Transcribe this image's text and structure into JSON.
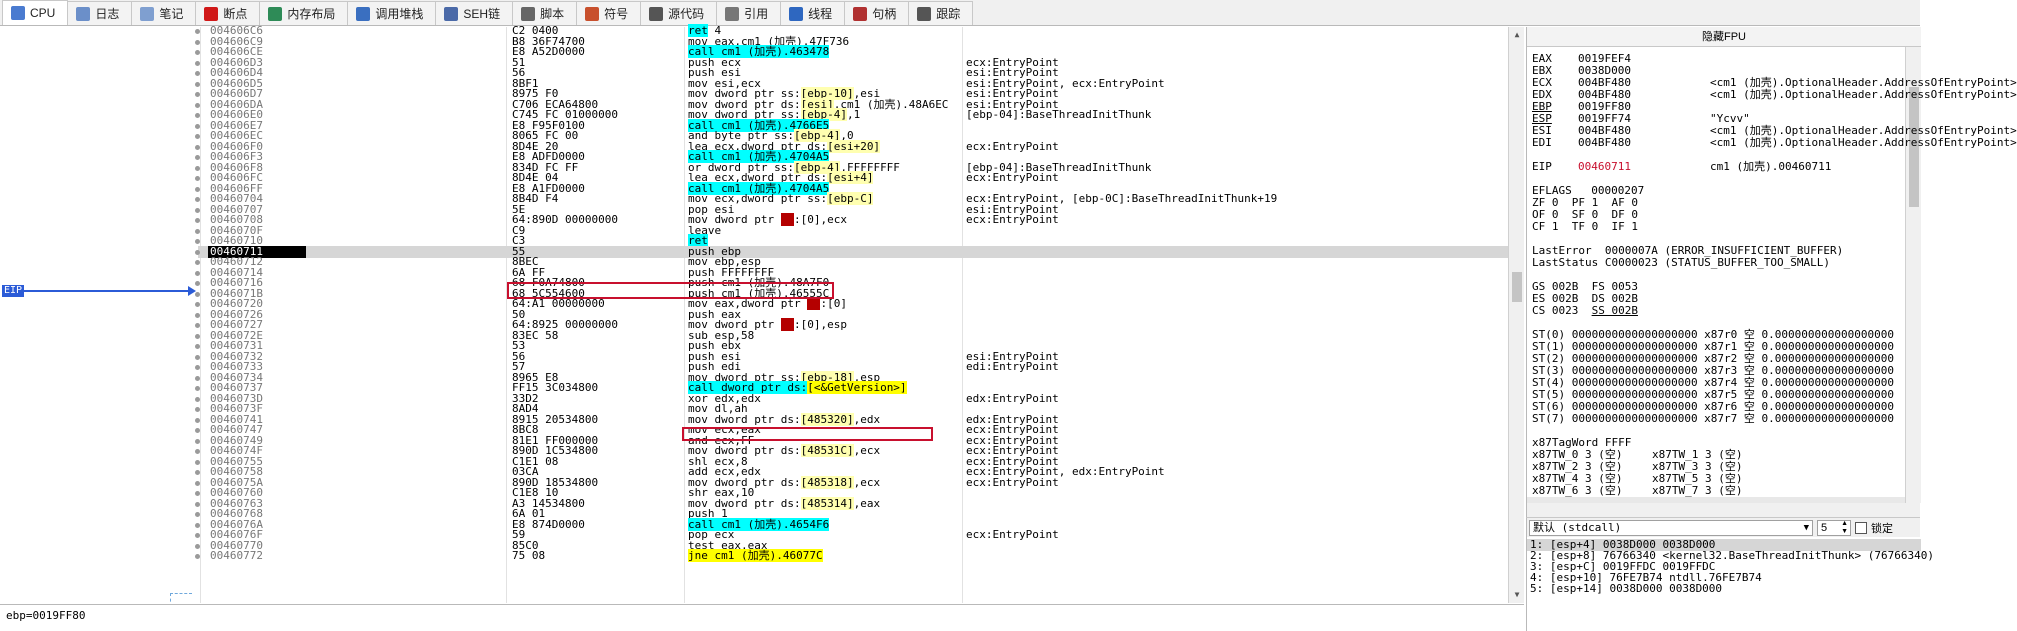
{
  "tabs": [
    {
      "label": "CPU",
      "icon": "cpu-icon",
      "color": "#4a7bd0"
    },
    {
      "label": "日志",
      "icon": "log-icon",
      "color": "#6b8fc9"
    },
    {
      "label": "笔记",
      "icon": "notes-icon",
      "color": "#7f9fd0"
    },
    {
      "label": "断点",
      "icon": "breakpoint-icon",
      "color": "#d01818"
    },
    {
      "label": "内存布局",
      "icon": "memory-map-icon",
      "color": "#2e8b57"
    },
    {
      "label": "调用堆栈",
      "icon": "call-stack-icon",
      "color": "#3a6fc0"
    },
    {
      "label": "SEH链",
      "icon": "seh-chain-icon",
      "color": "#4b6aa8"
    },
    {
      "label": "脚本",
      "icon": "script-icon",
      "color": "#666666"
    },
    {
      "label": "符号",
      "icon": "symbols-icon",
      "color": "#c8502d"
    },
    {
      "label": "源代码",
      "icon": "source-icon",
      "color": "#555555"
    },
    {
      "label": "引用",
      "icon": "references-icon",
      "color": "#777777"
    },
    {
      "label": "线程",
      "icon": "threads-icon",
      "color": "#2e67c0"
    },
    {
      "label": "句柄",
      "icon": "handles-icon",
      "color": "#b03030"
    },
    {
      "label": "跟踪",
      "icon": "trace-icon",
      "color": "#555555"
    }
  ],
  "eip_label": "EIP",
  "disasm": [
    {
      "addr": "004606C6",
      "bytes": "C2 0400",
      "parts": [
        {
          "t": "ret",
          "c": "ret"
        },
        {
          "t": " 4"
        }
      ],
      "cmt": ""
    },
    {
      "addr": "004606C9",
      "bytes": "B8 36F74700",
      "parts": [
        {
          "t": "mov eax,cm1 (加壳).47F736"
        }
      ],
      "cmt": ""
    },
    {
      "addr": "004606CE",
      "bytes": "E8 A52D0000",
      "parts": [
        {
          "t": "call cm1 (加壳).463478",
          "c": "call"
        }
      ],
      "cmt": ""
    },
    {
      "addr": "004606D3",
      "bytes": "51",
      "parts": [
        {
          "t": "push ecx"
        }
      ],
      "cmt": "ecx:EntryPoint"
    },
    {
      "addr": "004606D4",
      "bytes": "56",
      "parts": [
        {
          "t": "push esi"
        }
      ],
      "cmt": "esi:EntryPoint"
    },
    {
      "addr": "004606D5",
      "bytes": "8BF1",
      "parts": [
        {
          "t": "mov esi,ecx"
        }
      ],
      "cmt": "esi:EntryPoint, ecx:EntryPoint"
    },
    {
      "addr": "004606D7",
      "bytes": "8975 F0",
      "parts": [
        {
          "t": "mov dword ptr ss:"
        },
        {
          "t": "[ebp-10]",
          "c": "mem"
        },
        {
          "t": ",esi"
        }
      ],
      "cmt": "esi:EntryPoint"
    },
    {
      "addr": "004606DA",
      "bytes": "C706 ECA64800",
      "parts": [
        {
          "t": "mov dword ptr ds:"
        },
        {
          "t": "[esi]",
          "c": "mem"
        },
        {
          "t": ",cm1 (加壳).48A6EC"
        }
      ],
      "cmt": "esi:EntryPoint"
    },
    {
      "addr": "004606E0",
      "bytes": "C745 FC 01000000",
      "parts": [
        {
          "t": "mov dword ptr ss:"
        },
        {
          "t": "[ebp-4]",
          "c": "mem"
        },
        {
          "t": ",1"
        }
      ],
      "cmt": "[ebp-04]:BaseThreadInitThunk"
    },
    {
      "addr": "004606E7",
      "bytes": "E8 F95F0100",
      "parts": [
        {
          "t": "call cm1 (加壳).4766E5",
          "c": "call"
        }
      ],
      "cmt": ""
    },
    {
      "addr": "004606EC",
      "bytes": "8065 FC 00",
      "parts": [
        {
          "t": "and byte ptr ss:"
        },
        {
          "t": "[ebp-4]",
          "c": "mem"
        },
        {
          "t": ",0"
        }
      ],
      "cmt": ""
    },
    {
      "addr": "004606F0",
      "bytes": "8D4E 20",
      "parts": [
        {
          "t": "lea ecx,dword ptr ds:"
        },
        {
          "t": "[esi+20]",
          "c": "mem"
        }
      ],
      "cmt": "ecx:EntryPoint"
    },
    {
      "addr": "004606F3",
      "bytes": "E8 ADFD0000",
      "parts": [
        {
          "t": "call cm1 (加壳).4704A5",
          "c": "call"
        }
      ],
      "cmt": ""
    },
    {
      "addr": "004606F8",
      "bytes": "834D FC FF",
      "parts": [
        {
          "t": "or dword ptr ss:"
        },
        {
          "t": "[ebp-4]",
          "c": "mem"
        },
        {
          "t": ",FFFFFFFF"
        }
      ],
      "cmt": "[ebp-04]:BaseThreadInitThunk"
    },
    {
      "addr": "004606FC",
      "bytes": "8D4E 04",
      "parts": [
        {
          "t": "lea ecx,dword ptr ds:"
        },
        {
          "t": "[esi+4]",
          "c": "mem"
        }
      ],
      "cmt": "ecx:EntryPoint"
    },
    {
      "addr": "004606FF",
      "bytes": "E8 A1FD0000",
      "parts": [
        {
          "t": "call cm1 (加壳).4704A5",
          "c": "call"
        }
      ],
      "cmt": ""
    },
    {
      "addr": "00460704",
      "bytes": "8B4D F4",
      "parts": [
        {
          "t": "mov ecx,dword ptr ss:"
        },
        {
          "t": "[ebp-C]",
          "c": "mem"
        }
      ],
      "cmt": "ecx:EntryPoint, [ebp-0C]:BaseThreadInitThunk+19"
    },
    {
      "addr": "00460707",
      "bytes": "5E",
      "parts": [
        {
          "t": "pop esi"
        }
      ],
      "cmt": "esi:EntryPoint"
    },
    {
      "addr": "00460708",
      "bytes": "64:890D 00000000",
      "parts": [
        {
          "t": "mov dword ptr "
        },
        {
          "t": "fs",
          "c": "seg"
        },
        {
          "t": ":[0],ecx"
        }
      ],
      "cmt": "ecx:EntryPoint"
    },
    {
      "addr": "0046070F",
      "bytes": "C9",
      "parts": [
        {
          "t": "leave"
        }
      ],
      "cmt": ""
    },
    {
      "addr": "00460710",
      "bytes": "C3",
      "parts": [
        {
          "t": "ret",
          "c": "ret"
        }
      ],
      "cmt": ""
    },
    {
      "addr": "00460711",
      "bytes": "55",
      "parts": [
        {
          "t": "push ebp"
        }
      ],
      "cmt": "",
      "selected": true
    },
    {
      "addr": "00460712",
      "bytes": "8BEC",
      "parts": [
        {
          "t": "mov ebp,esp"
        }
      ],
      "cmt": ""
    },
    {
      "addr": "00460714",
      "bytes": "6A FF",
      "parts": [
        {
          "t": "push FFFFFFFF"
        }
      ],
      "cmt": ""
    },
    {
      "addr": "00460716",
      "bytes": "68 F0A74800",
      "parts": [
        {
          "t": "push cm1 (加壳).48A7F0"
        }
      ],
      "cmt": ""
    },
    {
      "addr": "0046071B",
      "bytes": "68 5C554600",
      "parts": [
        {
          "t": "push cm1 (加壳).46555C"
        }
      ],
      "cmt": ""
    },
    {
      "addr": "00460720",
      "bytes": "64:A1 00000000",
      "parts": [
        {
          "t": "mov eax,dword ptr "
        },
        {
          "t": "fs",
          "c": "seg"
        },
        {
          "t": ":[0]"
        }
      ],
      "cmt": ""
    },
    {
      "addr": "00460726",
      "bytes": "50",
      "parts": [
        {
          "t": "push eax"
        }
      ],
      "cmt": ""
    },
    {
      "addr": "00460727",
      "bytes": "64:8925 00000000",
      "parts": [
        {
          "t": "mov dword ptr "
        },
        {
          "t": "fs",
          "c": "seg"
        },
        {
          "t": ":[0],esp"
        }
      ],
      "cmt": ""
    },
    {
      "addr": "0046072E",
      "bytes": "83EC 58",
      "parts": [
        {
          "t": "sub esp,58"
        }
      ],
      "cmt": ""
    },
    {
      "addr": "00460731",
      "bytes": "53",
      "parts": [
        {
          "t": "push ebx"
        }
      ],
      "cmt": ""
    },
    {
      "addr": "00460732",
      "bytes": "56",
      "parts": [
        {
          "t": "push esi"
        }
      ],
      "cmt": "esi:EntryPoint"
    },
    {
      "addr": "00460733",
      "bytes": "57",
      "parts": [
        {
          "t": "push edi"
        }
      ],
      "cmt": "edi:EntryPoint"
    },
    {
      "addr": "00460734",
      "bytes": "8965 E8",
      "parts": [
        {
          "t": "mov dword ptr ss:"
        },
        {
          "t": "[ebp-18]",
          "c": "mem"
        },
        {
          "t": ",esp"
        }
      ],
      "cmt": ""
    },
    {
      "addr": "00460737",
      "bytes": "FF15 3C034800",
      "parts": [
        {
          "t": "call dword ptr ds:",
          "c": "call"
        },
        {
          "t": "[<&GetVersion>]",
          "c": "jmp"
        }
      ],
      "cmt": ""
    },
    {
      "addr": "0046073D",
      "bytes": "33D2",
      "parts": [
        {
          "t": "xor edx,edx"
        }
      ],
      "cmt": "edx:EntryPoint"
    },
    {
      "addr": "0046073F",
      "bytes": "8AD4",
      "parts": [
        {
          "t": "mov dl,ah"
        }
      ],
      "cmt": ""
    },
    {
      "addr": "00460741",
      "bytes": "8915 20534800",
      "parts": [
        {
          "t": "mov dword ptr ds:"
        },
        {
          "t": "[485320]",
          "c": "mem"
        },
        {
          "t": ",edx"
        }
      ],
      "cmt": "edx:EntryPoint"
    },
    {
      "addr": "00460747",
      "bytes": "8BC8",
      "parts": [
        {
          "t": "mov ecx,eax"
        }
      ],
      "cmt": "ecx:EntryPoint"
    },
    {
      "addr": "00460749",
      "bytes": "81E1 FF000000",
      "parts": [
        {
          "t": "and ecx,FF"
        }
      ],
      "cmt": "ecx:EntryPoint"
    },
    {
      "addr": "0046074F",
      "bytes": "890D 1C534800",
      "parts": [
        {
          "t": "mov dword ptr ds:"
        },
        {
          "t": "[48531C]",
          "c": "mem"
        },
        {
          "t": ",ecx"
        }
      ],
      "cmt": "ecx:EntryPoint"
    },
    {
      "addr": "00460755",
      "bytes": "C1E1 08",
      "parts": [
        {
          "t": "shl ecx,8"
        }
      ],
      "cmt": "ecx:EntryPoint"
    },
    {
      "addr": "00460758",
      "bytes": "03CA",
      "parts": [
        {
          "t": "add ecx,edx"
        }
      ],
      "cmt": "ecx:EntryPoint, edx:EntryPoint"
    },
    {
      "addr": "0046075A",
      "bytes": "890D 18534800",
      "parts": [
        {
          "t": "mov dword ptr ds:"
        },
        {
          "t": "[485318]",
          "c": "mem"
        },
        {
          "t": ",ecx"
        }
      ],
      "cmt": "ecx:EntryPoint"
    },
    {
      "addr": "00460760",
      "bytes": "C1E8 10",
      "parts": [
        {
          "t": "shr eax,10"
        }
      ],
      "cmt": ""
    },
    {
      "addr": "00460763",
      "bytes": "A3 14534800",
      "parts": [
        {
          "t": "mov dword ptr ds:"
        },
        {
          "t": "[485314]",
          "c": "mem"
        },
        {
          "t": ",eax"
        }
      ],
      "cmt": ""
    },
    {
      "addr": "00460768",
      "bytes": "6A 01",
      "parts": [
        {
          "t": "push 1"
        }
      ],
      "cmt": ""
    },
    {
      "addr": "0046076A",
      "bytes": "E8 874D0000",
      "parts": [
        {
          "t": "call cm1 (加壳).4654F6",
          "c": "call"
        }
      ],
      "cmt": ""
    },
    {
      "addr": "0046076F",
      "bytes": "59",
      "parts": [
        {
          "t": "pop ecx"
        }
      ],
      "cmt": "ecx:EntryPoint"
    },
    {
      "addr": "00460770",
      "bytes": "85C0",
      "parts": [
        {
          "t": "test eax,eax"
        }
      ],
      "cmt": ""
    },
    {
      "addr": "00460772",
      "bytes": "75 08",
      "parts": [
        {
          "t": "jne cm1 (加壳).46077C",
          "c": "jmp"
        }
      ],
      "cmt": ""
    }
  ],
  "info_line": "ebp=0019FF80",
  "fpu_button": "隐藏FPU",
  "registers": [
    {
      "name": "EAX",
      "val": "0019FEF4",
      "desc": ""
    },
    {
      "name": "EBX",
      "val": "0038D000",
      "desc": ""
    },
    {
      "name": "ECX",
      "val": "004BF480",
      "desc": "<cm1 (加壳).OptionalHeader.AddressOfEntryPoint>"
    },
    {
      "name": "EDX",
      "val": "004BF480",
      "desc": "<cm1 (加壳).OptionalHeader.AddressOfEntryPoint>"
    },
    {
      "name": "EBP",
      "val": "0019FF80",
      "desc": "",
      "ul": true
    },
    {
      "name": "ESP",
      "val": "0019FF74",
      "desc": "\"Ycvv\"",
      "ul": true
    },
    {
      "name": "ESI",
      "val": "004BF480",
      "desc": "<cm1 (加壳).OptionalHeader.AddressOfEntryPoint>"
    },
    {
      "name": "EDI",
      "val": "004BF480",
      "desc": "<cm1 (加壳).OptionalHeader.AddressOfEntryPoint>"
    }
  ],
  "eip_reg": {
    "name": "EIP",
    "val": "00460711",
    "desc": "cm1 (加壳).00460711"
  },
  "eflags": {
    "label": "EFLAGS",
    "val": "00000207"
  },
  "flags": [
    "ZF 0  PF 1  AF 0",
    "OF 0  SF 0  DF 0",
    "CF 1  TF 0  IF 1"
  ],
  "last_error": "LastError  0000007A (ERROR_INSUFFICIENT_BUFFER)",
  "last_status": "LastStatus C0000023 (STATUS_BUFFER_TOO_SMALL)",
  "segments": [
    {
      "a": "GS 002B",
      "b": "FS 0053"
    },
    {
      "a": "ES 002B",
      "b": "DS 002B"
    },
    {
      "a": "CS 0023",
      "b": "SS 002B"
    }
  ],
  "st_regs": [
    "ST(0) 0000000000000000000 x87r0 空 0.000000000000000000",
    "ST(1) 0000000000000000000 x87r1 空 0.000000000000000000",
    "ST(2) 0000000000000000000 x87r2 空 0.000000000000000000",
    "ST(3) 0000000000000000000 x87r3 空 0.000000000000000000",
    "ST(4) 0000000000000000000 x87r4 空 0.000000000000000000",
    "ST(5) 0000000000000000000 x87r5 空 0.000000000000000000",
    "ST(6) 0000000000000000000 x87r6 空 0.000000000000000000",
    "ST(7) 0000000000000000000 x87r7 空 0.000000000000000000"
  ],
  "tagword": "x87TagWord FFFF",
  "tw_rows": [
    {
      "a": "x87TW_0 3 (空)",
      "b": "x87TW_1 3 (空)"
    },
    {
      "a": "x87TW_2 3 (空)",
      "b": "x87TW_3 3 (空)"
    },
    {
      "a": "x87TW_4 3 (空)",
      "b": "x87TW_5 3 (空)"
    },
    {
      "a": "x87TW_6 3 (空)",
      "b": "x87TW_7 3 (空)"
    }
  ],
  "args_panel": {
    "convention": "默认 (stdcall)",
    "count": "5",
    "lock_label": "锁定",
    "lines": [
      "1: [esp+4] 0038D000 0038D000",
      "2: [esp+8] 76766340 <kernel32.BaseThreadInitThunk> (76766340)",
      "3: [esp+C] 0019FFDC 0019FFDC",
      "4: [esp+10] 76FE7B74 ntdll.76FE7B74",
      "5: [esp+14] 0038D000 0038D000"
    ]
  }
}
